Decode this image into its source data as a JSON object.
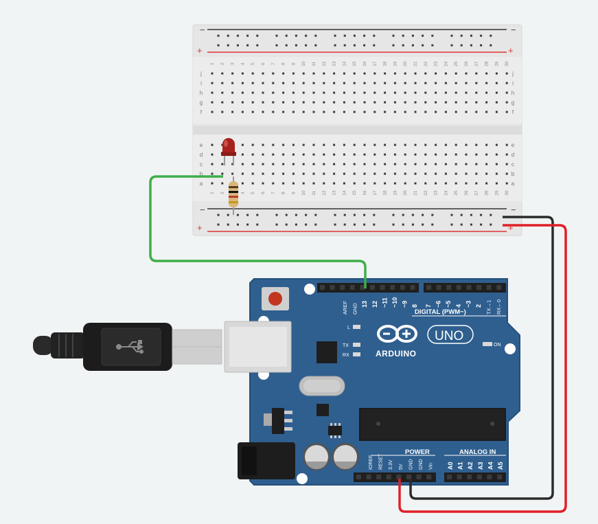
{
  "colors": {
    "background": "#f1f4f5",
    "board": "#2f5f8f",
    "board_edge": "#24507c",
    "breadboard": "#e6e6e6",
    "wire_signal": "#3fae49",
    "wire_power": "#e01f26",
    "wire_ground": "#2b2b2b",
    "led": "#a8211c"
  },
  "breadboard": {
    "columns": [
      "1",
      "2",
      "3",
      "4",
      "5",
      "6",
      "7",
      "8",
      "9",
      "10",
      "11",
      "12",
      "13",
      "14",
      "15",
      "16",
      "17",
      "18",
      "19",
      "20",
      "21",
      "22",
      "23",
      "24",
      "25",
      "26",
      "27",
      "28",
      "29",
      "30"
    ],
    "top_rows": [
      "j",
      "i",
      "h",
      "g",
      "f"
    ],
    "bottom_rows": [
      "e",
      "d",
      "c",
      "b",
      "a"
    ],
    "rail_minus": "−",
    "rail_plus": "+"
  },
  "arduino": {
    "digital_pins": [
      "AREF",
      "GND",
      "13",
      "12",
      "~11",
      "~10",
      "~9",
      "8",
      "7",
      "~6",
      "~5",
      "4",
      "~3",
      "2",
      "TX→1",
      "RX←0"
    ],
    "digital_label": "DIGITAL (PWM~)",
    "l_label": "L",
    "tx_label": "TX",
    "rx_label": "RX",
    "on_label": "ON",
    "brand": "ARDUINO",
    "model": "UNO",
    "power_label": "POWER",
    "analog_label": "ANALOG IN",
    "power_pins": [
      "IOREF",
      "RESET",
      "3.3V",
      "5V",
      "GND",
      "GND",
      "Vin"
    ],
    "analog_pins": [
      "A0",
      "A1",
      "A2",
      "A3",
      "A4",
      "A5"
    ]
  },
  "components": {
    "led": "led",
    "resistor": "resistor",
    "usb_cable": "usb-cable"
  }
}
